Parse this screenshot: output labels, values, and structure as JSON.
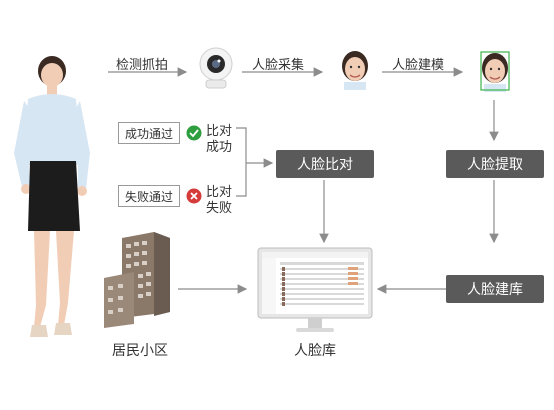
{
  "steps": {
    "capture": "检测抓拍",
    "collect": "人脸采集",
    "model": "人脸建模"
  },
  "boxes": {
    "extract": "人脸提取",
    "compare": "人脸比对",
    "build_db": "人脸建库"
  },
  "results": {
    "success": {
      "label": "成功通过",
      "note_top": "比对",
      "note_bottom": "成功"
    },
    "fail": {
      "label": "失败通过",
      "note_top": "比对",
      "note_bottom": "失败"
    }
  },
  "captions": {
    "residential": "居民小区",
    "face_db": "人脸库"
  },
  "colors": {
    "arrow": "#8c8c8c",
    "box": "#5a5a5a",
    "success": "#2e9e3f",
    "fail": "#d63b3b",
    "frame": "#3bb34a"
  },
  "icons": [
    "woman-figure-icon",
    "camera-icon",
    "face-icon",
    "building-icon",
    "monitor-icon",
    "check-icon",
    "cross-icon"
  ]
}
